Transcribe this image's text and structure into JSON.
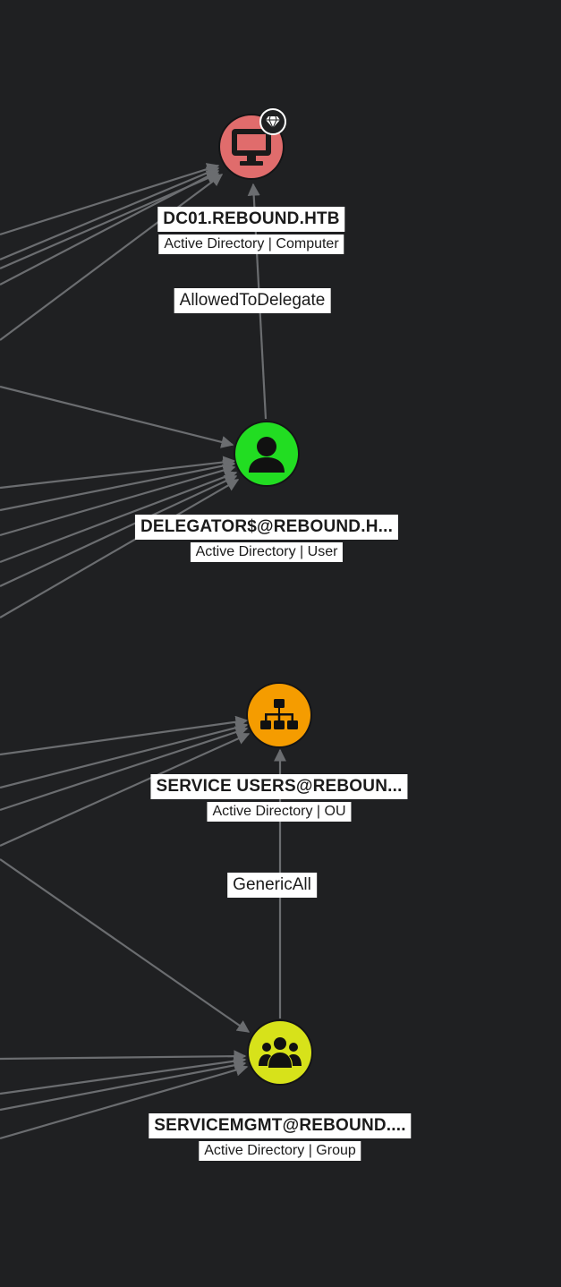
{
  "colors": {
    "background": "#1f2022",
    "edge": "#6b6d70",
    "computer_node": "#e06c6c",
    "user_node": "#22dd22",
    "ou_node": "#f59c00",
    "group_node": "#d7e21a"
  },
  "nodes": [
    {
      "id": "dc01",
      "name": "DC01.REBOUND.HTB",
      "type": "Active Directory | Computer",
      "icon": "computer-icon",
      "badge": "tier-zero-gem-icon"
    },
    {
      "id": "delegator",
      "name": "DELEGATOR$@REBOUND.H...",
      "type": "Active Directory | User",
      "icon": "user-icon"
    },
    {
      "id": "service_users",
      "name": "SERVICE USERS@REBOUN...",
      "type": "Active Directory | OU",
      "icon": "ou-hierarchy-icon"
    },
    {
      "id": "servicemgmt",
      "name": "SERVICEMGMT@REBOUND....",
      "type": "Active Directory | Group",
      "icon": "group-icon"
    }
  ],
  "edges": [
    {
      "label": "AllowedToDelegate",
      "from": "delegator",
      "to": "dc01"
    },
    {
      "label": "GenericAll",
      "from": "servicemgmt",
      "to": "service_users"
    }
  ]
}
